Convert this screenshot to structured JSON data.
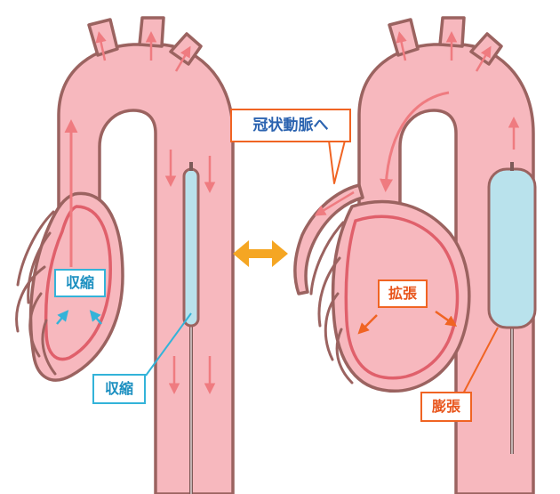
{
  "labels": {
    "left_heart": "収縮",
    "left_balloon": "収縮",
    "coronary": "冠状動脈へ",
    "right_heart": "拡張",
    "right_balloon": "膨張"
  },
  "colors": {
    "tissue": "#f7b8be",
    "outline": "#9b6360",
    "inner_wall": "#e0606b",
    "flow_arrow": "#ef7b80",
    "balloon": "#b9e2ec",
    "blue_label": "#33b3d9",
    "orange_label": "#f06423",
    "swap_arrow": "#f5a623"
  },
  "icons": {
    "swap": "double-arrow-icon"
  }
}
